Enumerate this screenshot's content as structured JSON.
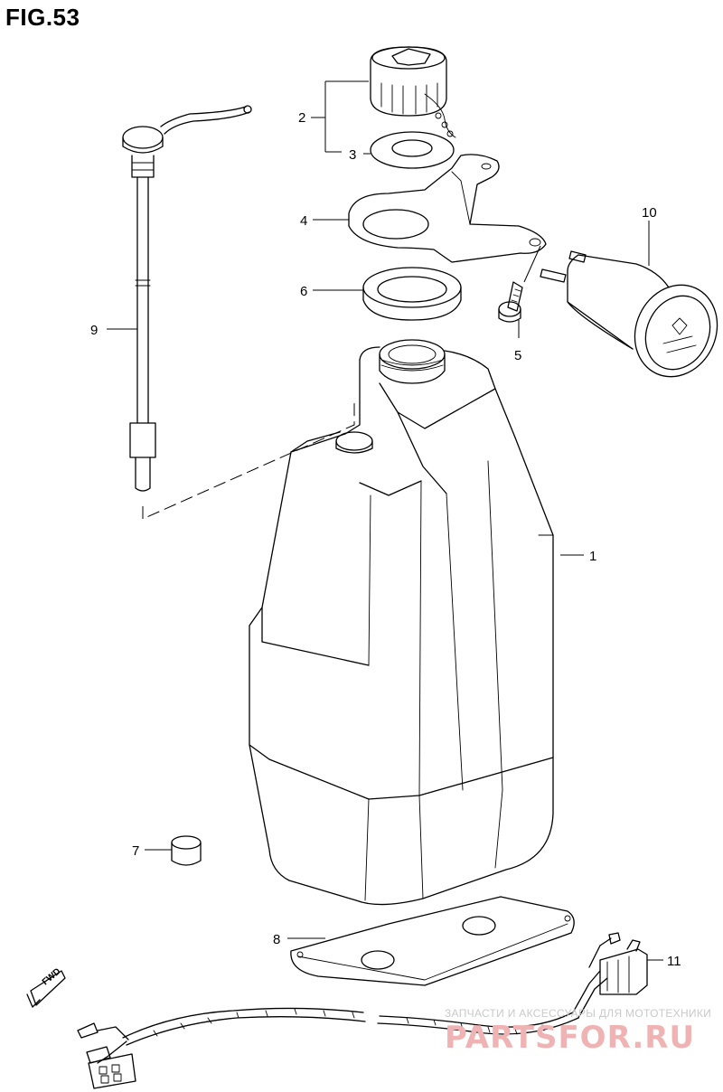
{
  "figure": {
    "title": "FIG.53"
  },
  "callouts": [
    {
      "id": "1",
      "label": "1"
    },
    {
      "id": "2",
      "label": "2"
    },
    {
      "id": "3",
      "label": "3"
    },
    {
      "id": "4",
      "label": "4"
    },
    {
      "id": "5",
      "label": "5"
    },
    {
      "id": "6",
      "label": "6"
    },
    {
      "id": "7",
      "label": "7"
    },
    {
      "id": "8",
      "label": "8"
    },
    {
      "id": "9",
      "label": "9"
    },
    {
      "id": "10",
      "label": "10"
    },
    {
      "id": "11",
      "label": "11"
    }
  ],
  "direction_marker": {
    "text": "FWD"
  },
  "watermark": {
    "line1": "ЗАПЧАСТИ И АКСЕССУАРЫ ДЛЯ МОТОТЕХНИКИ",
    "line2": "PARTSFOR.RU"
  }
}
